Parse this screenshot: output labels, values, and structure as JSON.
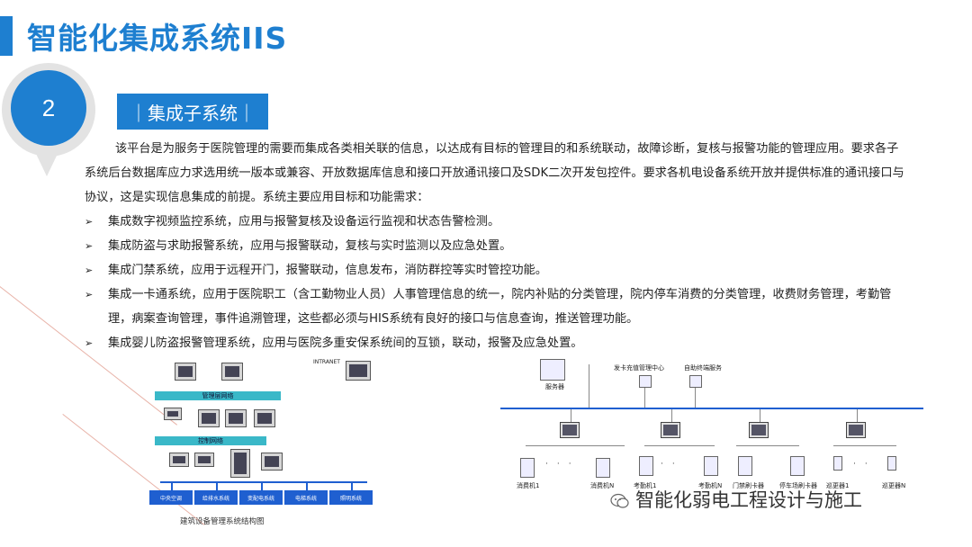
{
  "header": {
    "title": "智能化集成系统IIS"
  },
  "badge": {
    "number": "2"
  },
  "section": {
    "title": "｜集成子系统｜"
  },
  "intro": "该平台是为服务于医院管理的需要而集成各类相关联的信息，以达成有目标的管理目的和系统联动，故障诊断，复核与报警功能的管理应用。要求各子系统后台数据库应力求选用统一版本或兼容、开放数据库信息和接口开放通讯接口及SDK二次开发包控件。要求各机电设备系统开放并提供标准的通讯接口与协议，这是实现信息集成的前提。系统主要应用目标和功能需求：",
  "bullets": [
    "集成数字视频监控系统，应用与报警复核及设备运行监视和状态告警检测。",
    "集成防盗与求助报警系统，应用与报警联动，复核与实时监测以及应急处置。",
    "集成门禁系统，应用于远程开门，报警联动，信息发布，消防群控等实时管控功能。",
    "集成一卡通系统，应用于医院职工（含工勤物业人员）人事管理信息的统一，院内补贴的分类管理，院内停车消费的分类管理，收费财务管理，考勤管理，病案查询管理，事件追溯管理，这些都必须与HIS系统有良好的接口与信息查询，推送管理功能。",
    "集成婴儿防盗报警管理系统，应用与医院多重安保系统间的互锁，联动，报警及应急处置。"
  ],
  "bullet_marker": "➢",
  "left_diagram": {
    "intranet_label": "INTRANET",
    "net_top": "管理层网络",
    "net_mid": "控制网络",
    "systems": [
      "中央空调",
      "给排水系统",
      "变配电系统",
      "电梯系统",
      "照明系统"
    ],
    "caption": "建筑设备管理系统结构图"
  },
  "right_diagram": {
    "server_label": "服务器",
    "center1": "发卡充值管理中心",
    "center2": "自助终端服务",
    "terminals": [
      "消费机1",
      "消费机N",
      "考勤机1",
      "考勤机N",
      "门禁刷卡器",
      "停车场刷卡器",
      "巡更器1",
      "巡更器N"
    ]
  },
  "watermark": "智能化弱电工程设计与施工",
  "colors": {
    "accent": "#1e7fd0",
    "net": "#3ab8c8",
    "diagram_blue": "#1f5fd0"
  }
}
